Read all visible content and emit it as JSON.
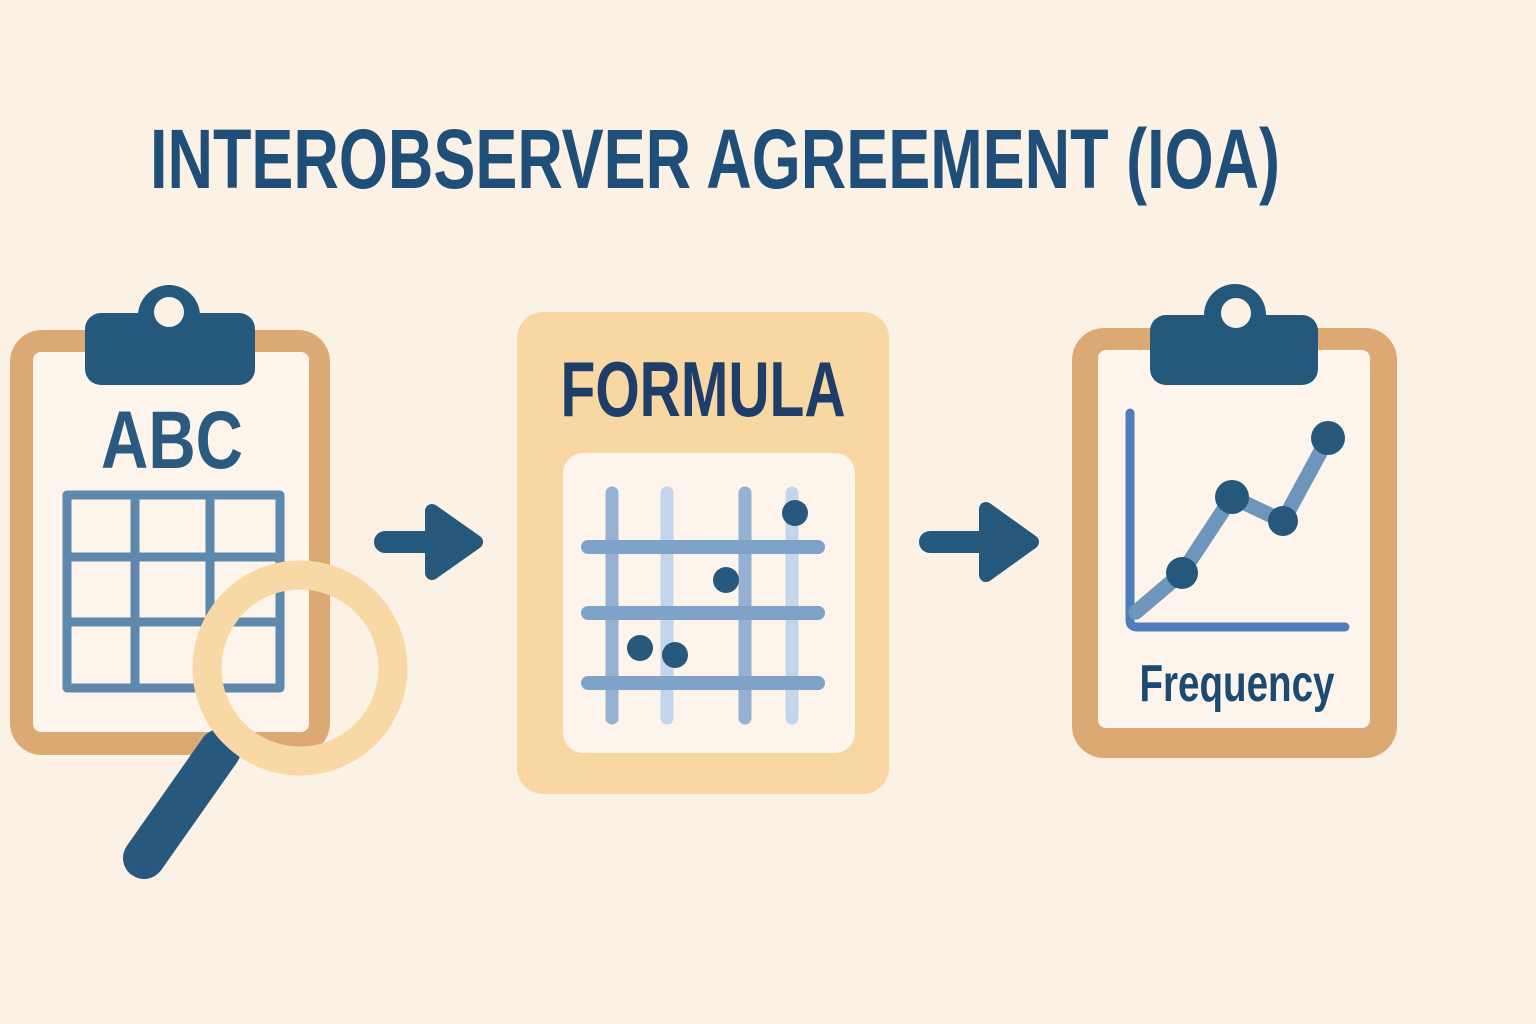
{
  "title": "INTEROBSERVER AGREEMENT (IOA)",
  "colors": {
    "background": "#FBF1E5",
    "navy": "#26587C",
    "title_navy": "#1F4E78",
    "clipboard_tan": "#DCA873",
    "paper": "#FDF5EB",
    "card_peach": "#F8D7A3",
    "magnifier_ring_peach": "#F8D9A6",
    "table_grid_blue": "#5E88AC",
    "formula_grid_steel": "#94B1D2",
    "formula_grid_light": "#C2D5EA",
    "formula_grid_horizontal": "#7FA3C8",
    "chart_axis_blue": "#4E7DBC",
    "chart_line_blue": "#6E96BC"
  },
  "panels": {
    "observation": {
      "icon": "clipboard-icon",
      "label": "ABC",
      "detail_icons": [
        "data-table-icon",
        "magnifier-icon"
      ]
    },
    "formula": {
      "icon": "formula-card-icon",
      "label": "FORMULA",
      "detail_icons": [
        "tally-grid-icon",
        "data-dots-icon"
      ]
    },
    "graph": {
      "icon": "clipboard-icon",
      "label": "Frequency",
      "detail_icons": [
        "line-chart-icon"
      ],
      "chart_data": {
        "type": "line",
        "x": [
          0,
          1,
          2,
          3,
          4
        ],
        "values": [
          1,
          2,
          4,
          3.3,
          5.5
        ],
        "title": "",
        "xlabel": "Frequency",
        "ylabel": "",
        "grid": false,
        "legend": false
      }
    }
  },
  "connectors": [
    "arrow-right-icon",
    "arrow-right-icon"
  ]
}
